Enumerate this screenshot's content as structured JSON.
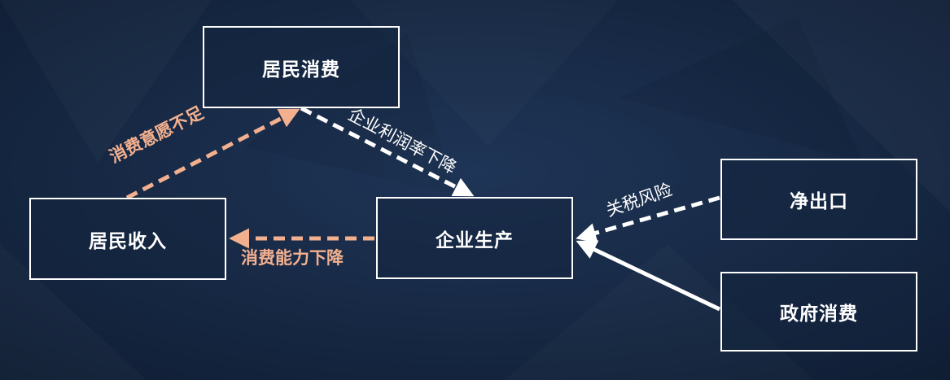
{
  "colors": {
    "background": "#15253f",
    "box_border": "#ffffff",
    "orange_flow": "#f3b08f",
    "white_flow": "#ffffff"
  },
  "nodes": {
    "consumption": "居民消费",
    "income": "居民收入",
    "production": "企业生产",
    "net_export": "净出口",
    "government": "政府消费"
  },
  "edges": {
    "income_to_consumption": "消费意愿不足",
    "consumption_to_production": "企业利润率下降",
    "production_to_income": "消费能力下降",
    "export_to_production": "关税风险"
  }
}
